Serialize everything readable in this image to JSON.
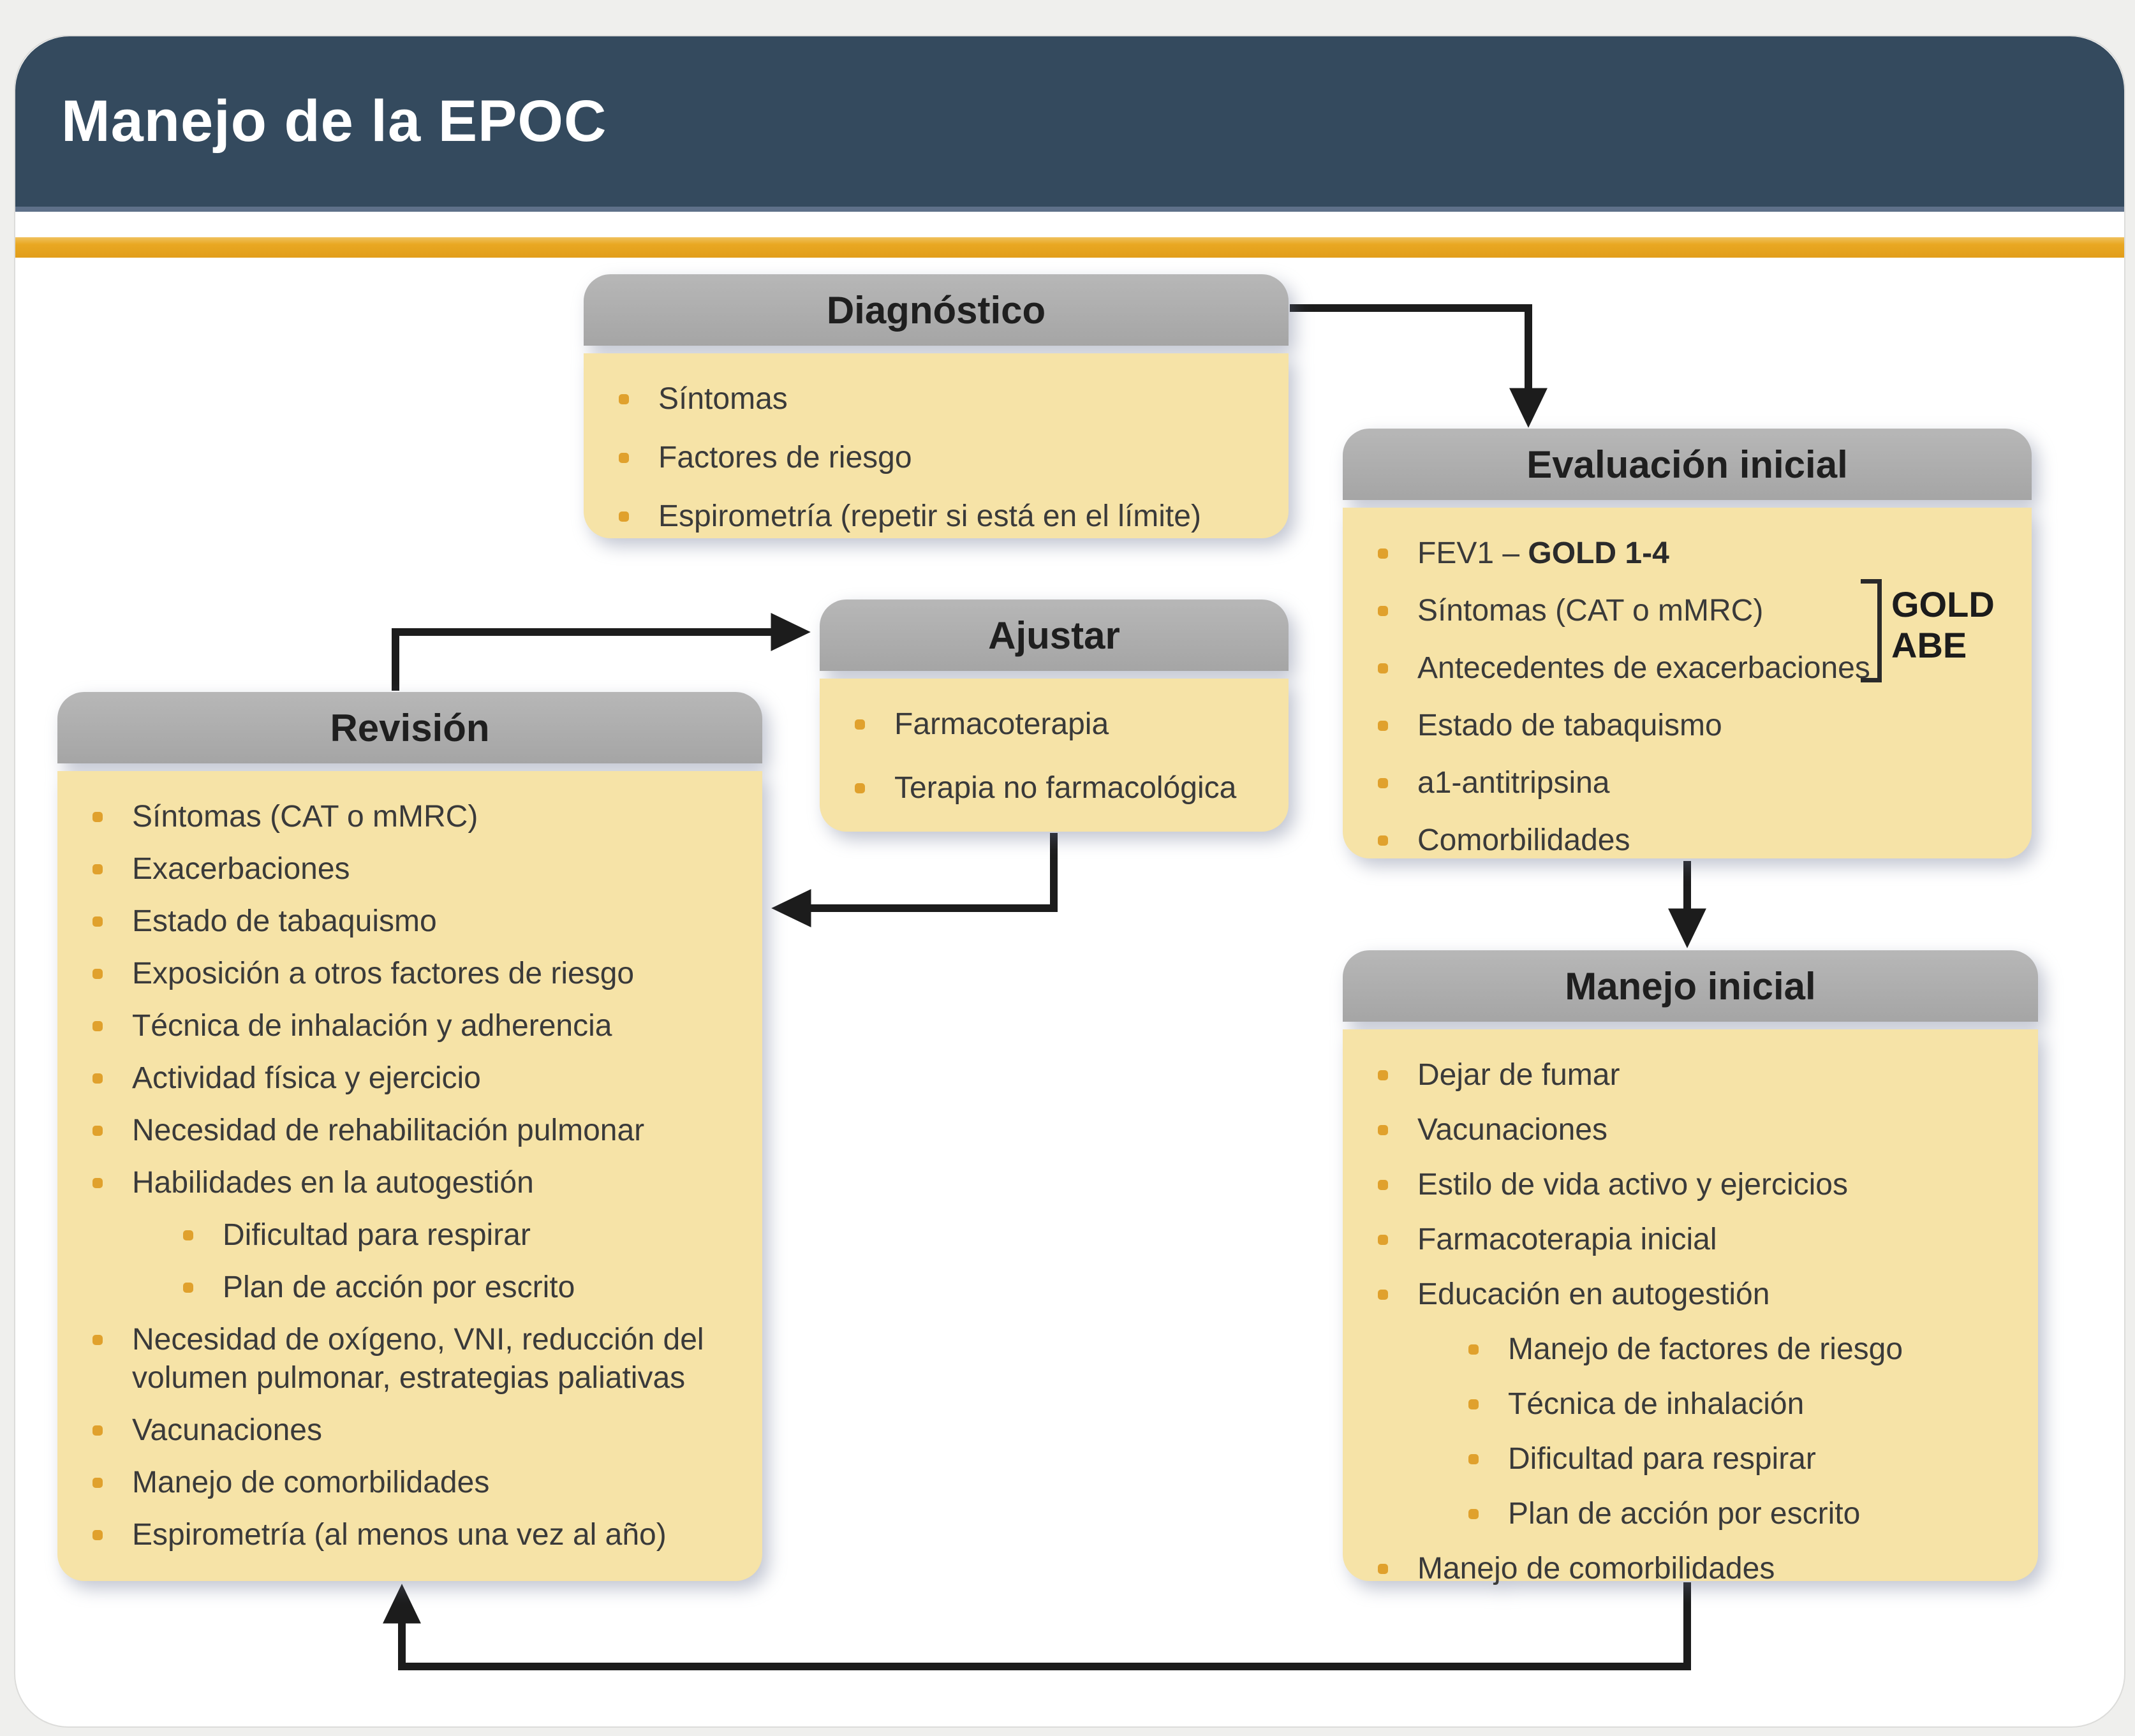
{
  "page": {
    "title": "Manejo de la EPOC"
  },
  "colors": {
    "titlebar_navy": "#344a5e",
    "accent_amber": "#e9a822",
    "node_header_gray": "#aeaeae",
    "node_body_cream": "#f6e3a7",
    "bullet_amber": "#e0a12d",
    "arrow_black": "#1c1c1c"
  },
  "boxes": {
    "diagnostico": {
      "title": "Diagnóstico",
      "items": [
        {
          "text": "Síntomas"
        },
        {
          "text": "Factores de riesgo"
        },
        {
          "text": "Espirometría (repetir si está en el límite)"
        }
      ]
    },
    "evaluacion": {
      "title": "Evaluación inicial",
      "items": [
        {
          "prefix": "FEV1 – ",
          "bold": "GOLD 1-4"
        },
        {
          "text": "Síntomas (CAT o mMRC)"
        },
        {
          "text": "Antecedentes de exacerbaciones"
        },
        {
          "text": "Estado de tabaquismo"
        },
        {
          "text": "a1-antitripsina"
        },
        {
          "text": "Comorbilidades"
        }
      ],
      "bracket_label_line1": "GOLD",
      "bracket_label_line2": "ABE"
    },
    "ajustar": {
      "title": "Ajustar",
      "items": [
        {
          "text": "Farmacoterapia"
        },
        {
          "text": "Terapia no farmacológica"
        }
      ]
    },
    "revision": {
      "title": "Revisión",
      "items": [
        {
          "text": "Síntomas (CAT o mMRC)"
        },
        {
          "text": "Exacerbaciones"
        },
        {
          "text": "Estado de tabaquismo"
        },
        {
          "text": "Exposición a otros factores de riesgo"
        },
        {
          "text": "Técnica de inhalación y adherencia"
        },
        {
          "text": "Actividad física y ejercicio"
        },
        {
          "text": "Necesidad de rehabilitación pulmonar"
        },
        {
          "text": "Habilidades en la autogestión"
        },
        {
          "text": "Dificultad para respirar",
          "level": 2
        },
        {
          "text": "Plan de acción por escrito",
          "level": 2
        },
        {
          "text": "Necesidad de oxígeno, VNI, reducción del volumen pulmonar, estrategias paliativas"
        },
        {
          "text": "Vacunaciones"
        },
        {
          "text": "Manejo de comorbilidades"
        },
        {
          "text": "Espirometría (al menos una vez al año)"
        }
      ]
    },
    "manejo": {
      "title": "Manejo inicial",
      "items": [
        {
          "text": "Dejar de fumar"
        },
        {
          "text": "Vacunaciones"
        },
        {
          "text": "Estilo de vida activo y ejercicios"
        },
        {
          "text": "Farmacoterapia inicial"
        },
        {
          "text": "Educación en autogestión"
        },
        {
          "text": "Manejo de factores de riesgo",
          "level": 2
        },
        {
          "text": "Técnica de inhalación",
          "level": 2
        },
        {
          "text": "Dificultad para respirar",
          "level": 2
        },
        {
          "text": "Plan de acción por escrito",
          "level": 2
        },
        {
          "text": "Manejo de comorbilidades"
        }
      ]
    }
  }
}
